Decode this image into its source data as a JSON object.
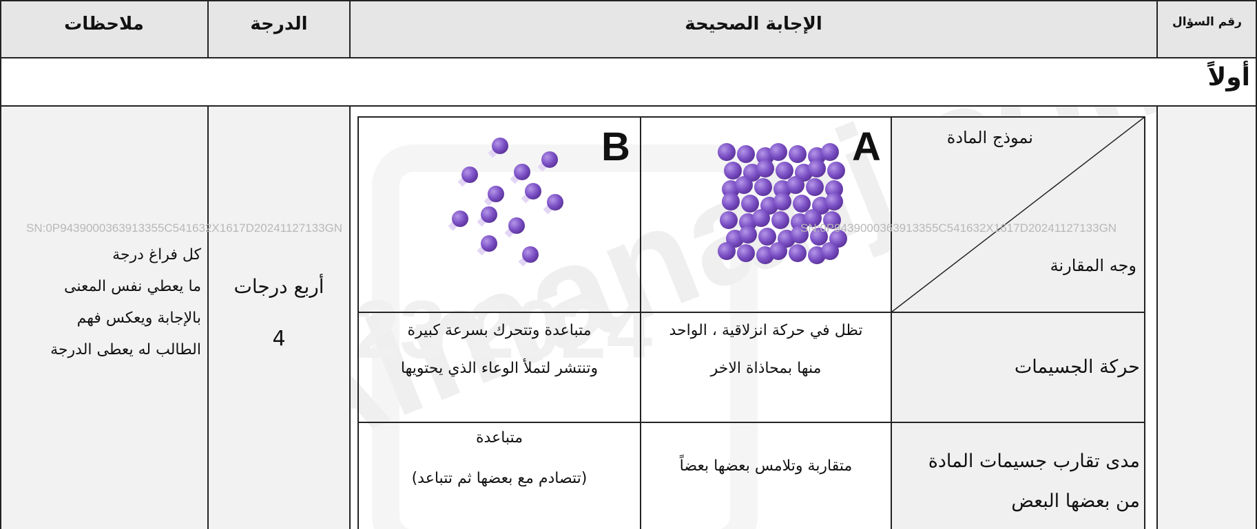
{
  "header": {
    "notes": "ملاحظات",
    "grade": "الدرجة",
    "correct_answer": "الإجابة الصحيحة",
    "question_number": "رقم السؤال"
  },
  "section": {
    "title": "أولاً"
  },
  "notes_column": {
    "line1": "كل فراغ درجة",
    "line2": "ما يعطي نفس المعنى",
    "line3": "بالإجابة ويعكس فهم",
    "line4": "الطالب له يعطى الدرجة"
  },
  "grade_column": {
    "text": "أربع درجات",
    "number": "4"
  },
  "comparison_table": {
    "corner_top": "نموذج المادة",
    "corner_bottom": "وجه المقارنة",
    "model_a_letter": "A",
    "model_b_letter": "B",
    "rows": [
      {
        "criterion": "حركة الجسيمات",
        "a_line1": "تظل في حركة انزلاقية ، الواحد",
        "a_line2": "منها بمحاذاة الاخر",
        "b_line1": "متباعدة وتتحرك بسرعة كبيرة",
        "b_line2": "وتنتشر لتملأ الوعاء الذي يحتويها"
      },
      {
        "criterion_line1": "مدى تقارب جسيمات المادة",
        "criterion_line2": "من بعضها البعض",
        "a_text": "متقاربة وتلامس بعضها بعضاً",
        "b_line1": "متباعدة",
        "b_line2": "(تتصادم  مع بعضها ثم تتباعد)"
      }
    ]
  },
  "serial_stamp": "SN:0P9439000363913355C541632X1617D20241127133GN",
  "serial_stamp_2": "SN:0P9439000363913355C541632X1617D20241127133GN",
  "watermark": {
    "text": "Almanahj.com/ae",
    "year": "2023 2024"
  },
  "colors": {
    "header_bg": "#e6e6e6",
    "particle": "#7a4fc4",
    "watermark": "#e9e9e9"
  }
}
